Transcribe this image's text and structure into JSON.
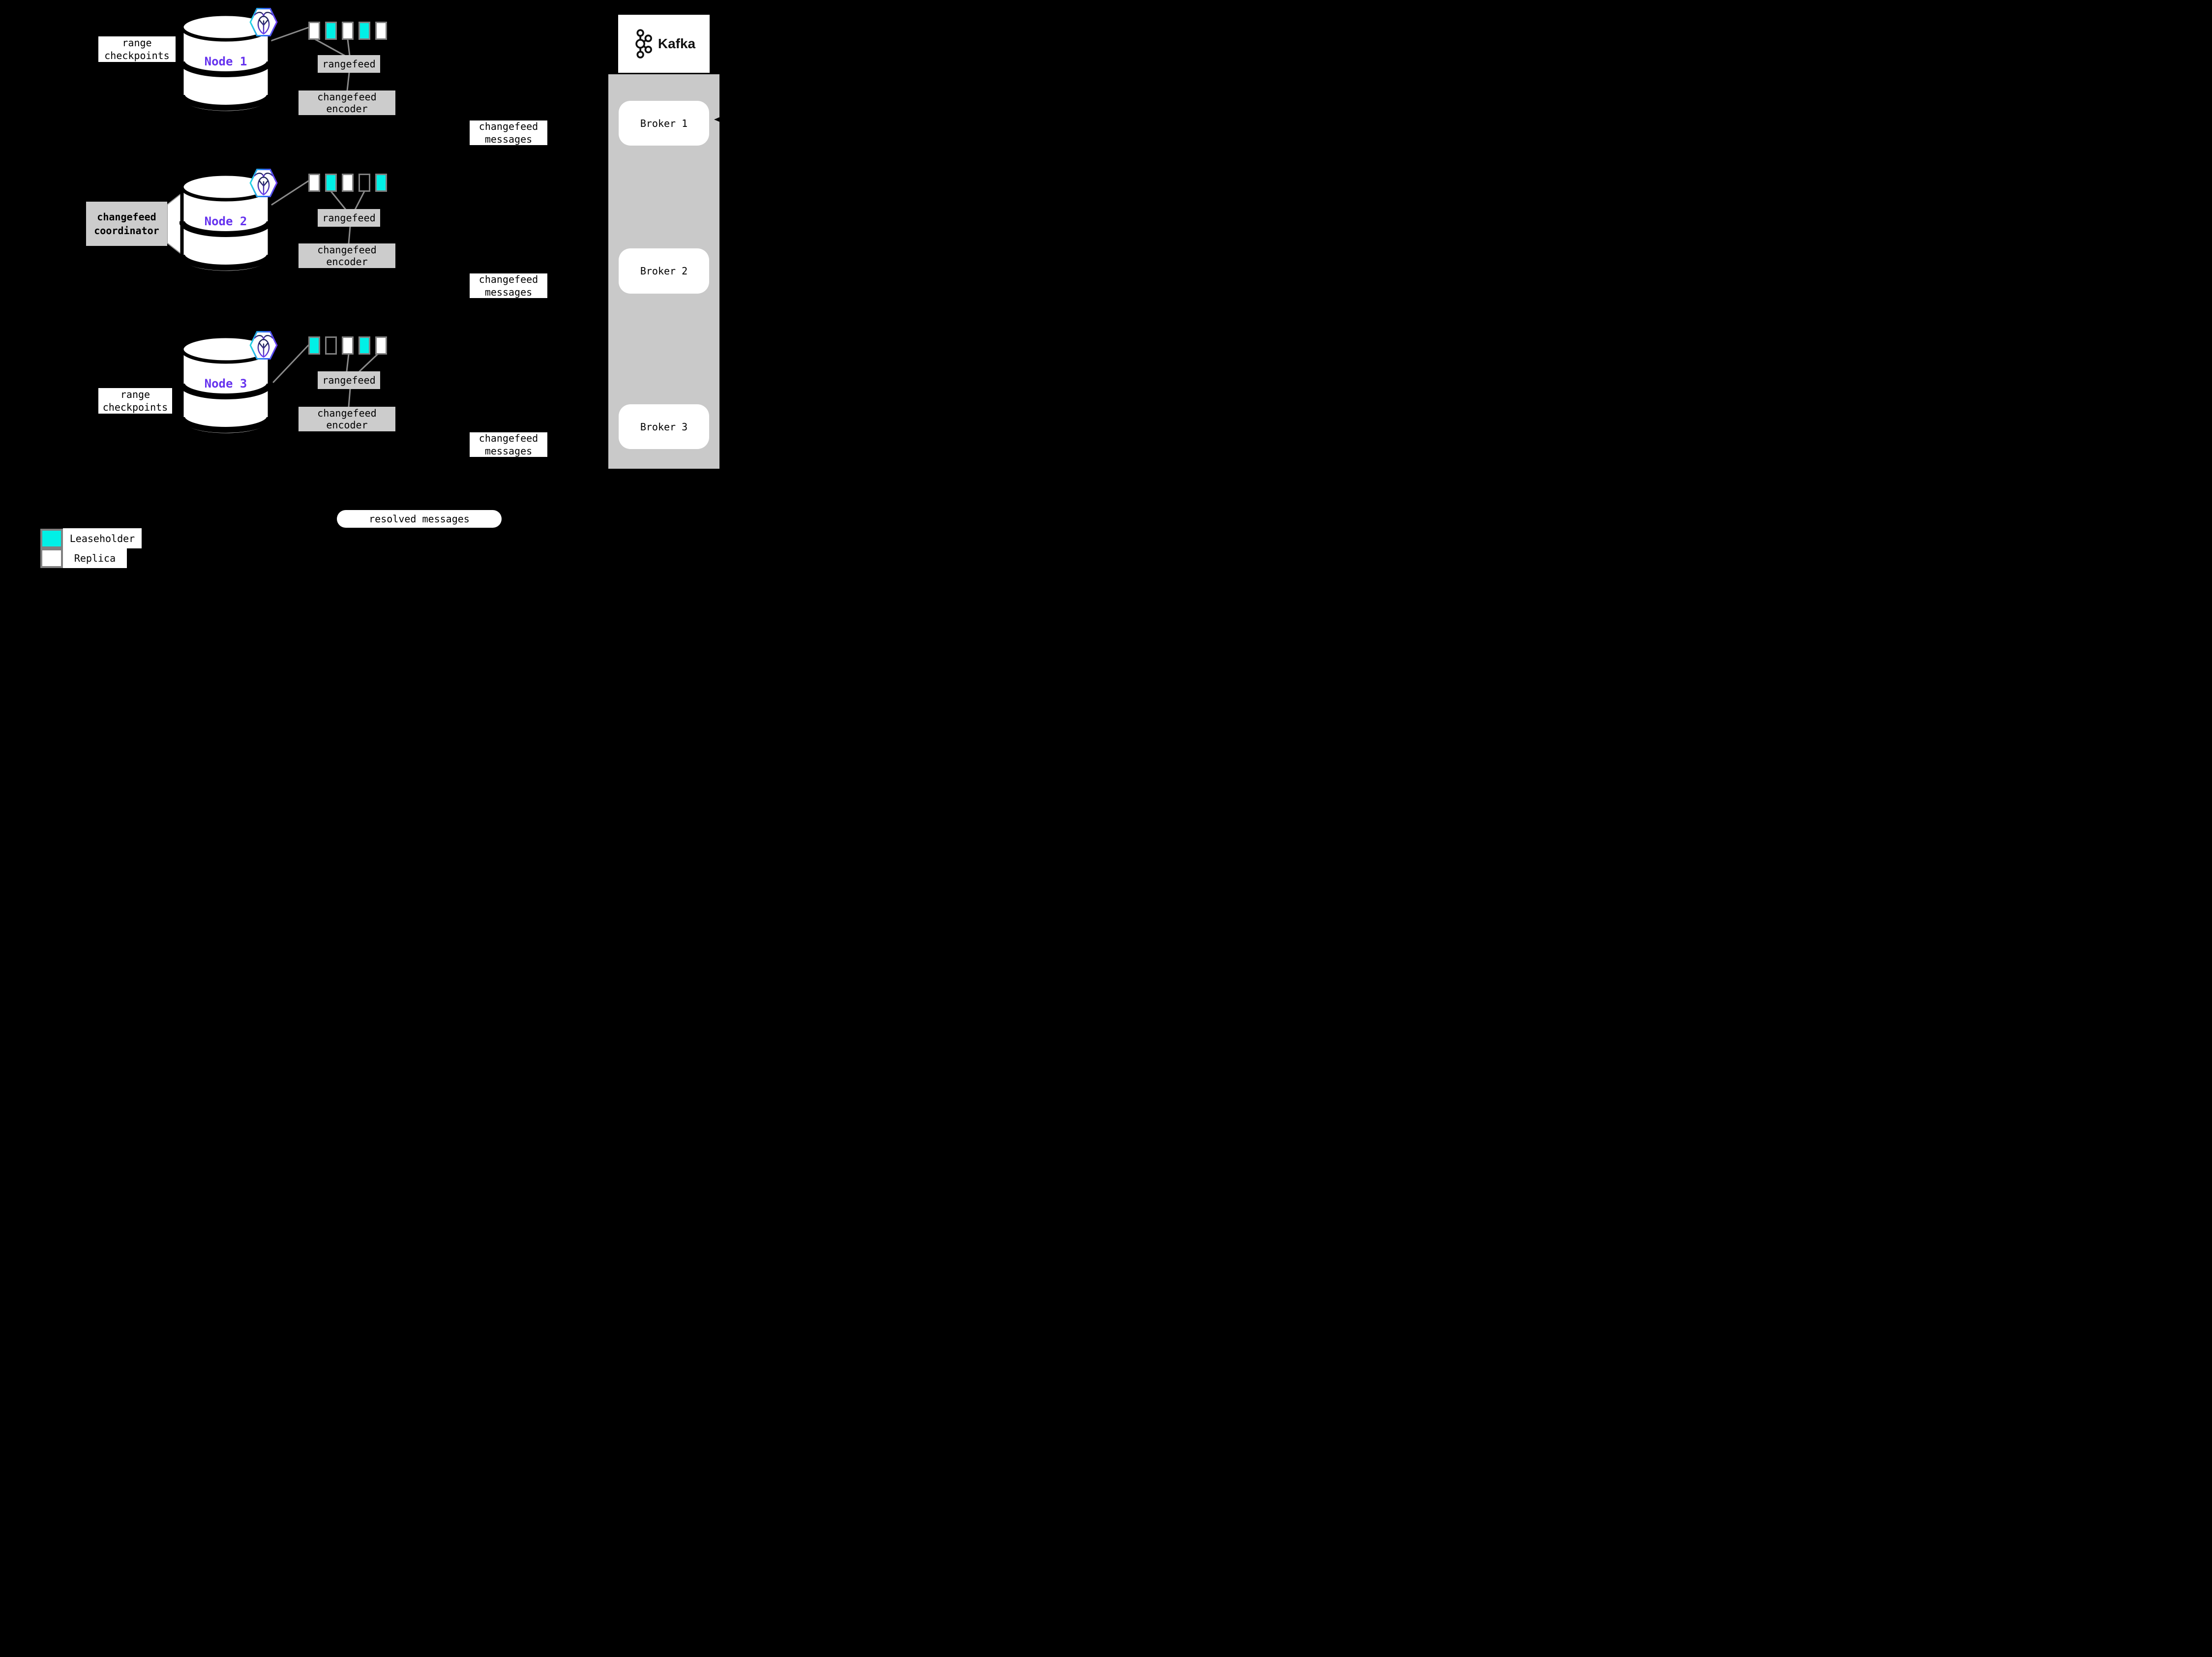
{
  "colors": {
    "background": "#000000",
    "leaseholder": "#00f0e6",
    "replica": "#ffffff",
    "process_box_gray": "#cccccc",
    "broker_container_gray": "#c9c9c9",
    "rect_border_gray": "#808080",
    "connector_gray": "#8a8a8a",
    "node_label_purple": "#6633ee"
  },
  "nodes": [
    {
      "label": "Node 1",
      "range_pattern": [
        "replica",
        "leaseholder",
        "replica",
        "leaseholder",
        "replica"
      ],
      "rangefeed_label": "rangefeed",
      "encoder_label": "changefeed encoder"
    },
    {
      "label": "Node 2",
      "range_pattern": [
        "replica",
        "leaseholder",
        "replica",
        "empty",
        "leaseholder"
      ],
      "rangefeed_label": "rangefeed",
      "encoder_label": "changefeed encoder"
    },
    {
      "label": "Node 3",
      "range_pattern": [
        "leaseholder",
        "empty",
        "replica",
        "leaseholder",
        "replica"
      ],
      "rangefeed_label": "rangefeed",
      "encoder_label": "changefeed encoder"
    }
  ],
  "annotations": {
    "range_checkpoints": "range checkpoints",
    "changefeed_coordinator": "changefeed coordinator",
    "changefeed_messages": "changefeed messages",
    "resolved_messages": "resolved messages"
  },
  "kafka": {
    "brand": "Kafka",
    "brokers": [
      "Broker 1",
      "Broker 2",
      "Broker 3"
    ]
  },
  "legend": {
    "items": [
      {
        "swatch": "leaseholder",
        "label": "Leaseholder"
      },
      {
        "swatch": "replica",
        "label": "Replica"
      }
    ]
  }
}
